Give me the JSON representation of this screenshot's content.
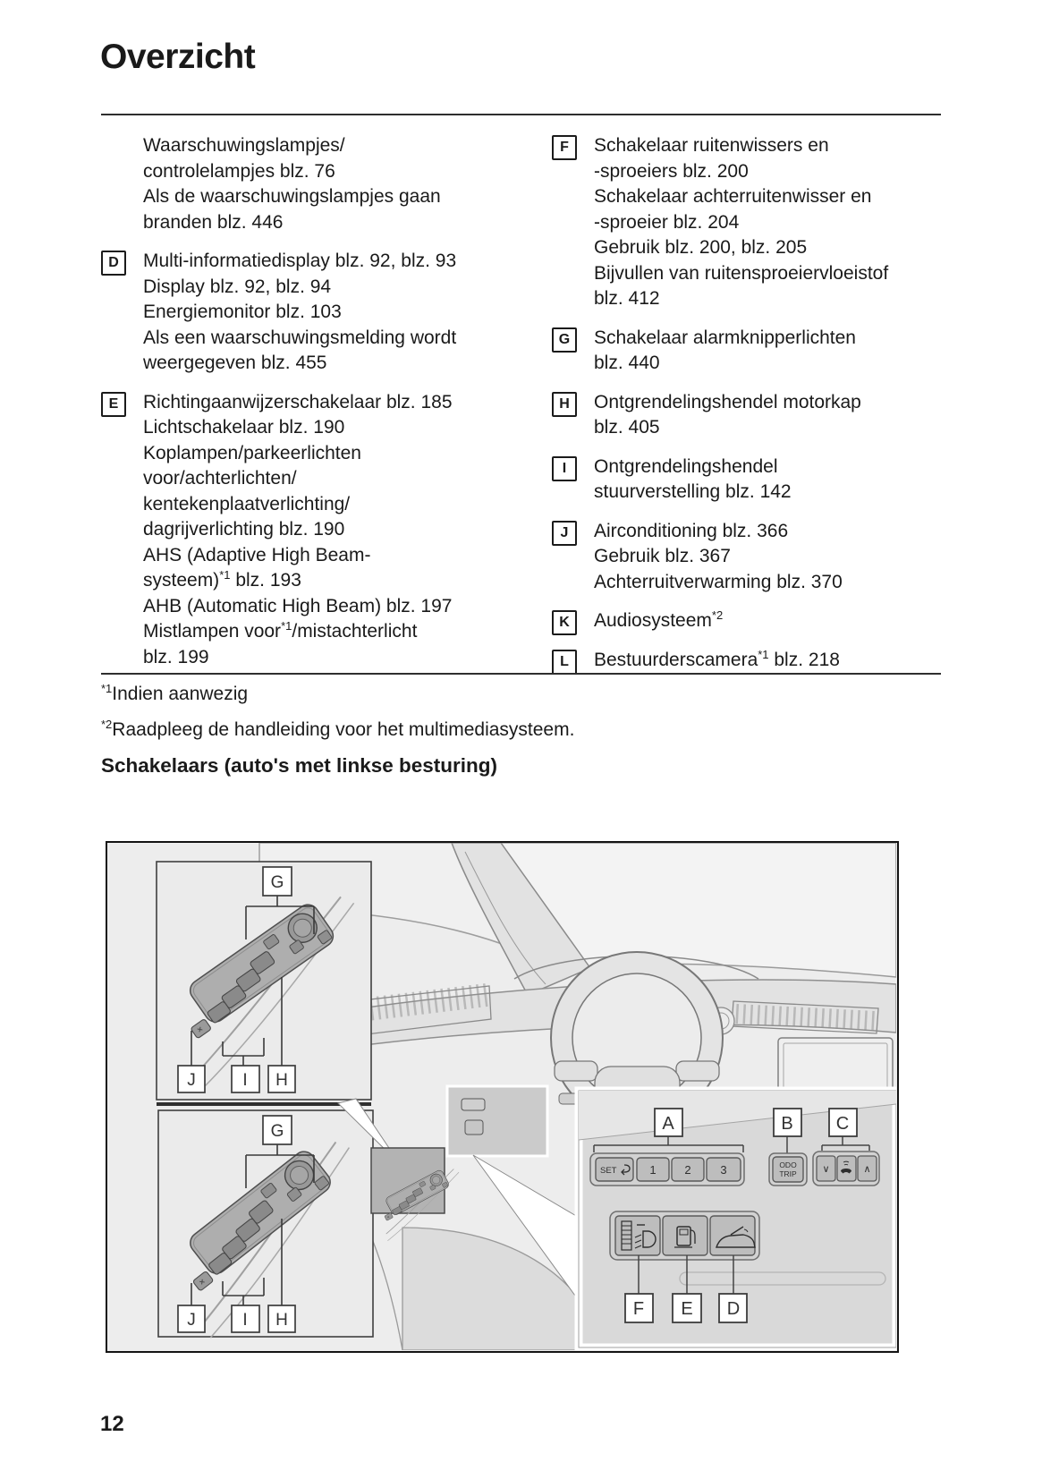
{
  "page": {
    "title": "Overzicht",
    "page_number": "12",
    "section_heading": "Schakelaars (auto's met linkse besturing)",
    "footnotes": [
      {
        "marker": "*1",
        "text": "Indien aanwezig"
      },
      {
        "marker": "*2",
        "text": "Raadpleeg de handleiding voor het multimediasysteem."
      }
    ]
  },
  "index": {
    "left_column": [
      {
        "label": "",
        "lines": [
          "Waarschuwingslampjes/",
          "controlelampjes blz. 76",
          "Als de waarschuwingslampjes gaan",
          "branden blz. 446"
        ]
      },
      {
        "label": "D",
        "lines": [
          "Multi-informatiedisplay blz. 92, blz. 93",
          "Display blz. 92, blz. 94",
          "Energiemonitor blz. 103",
          "Als een waarschuwingsmelding wordt",
          "weergegeven blz. 455"
        ]
      },
      {
        "label": "E",
        "lines": [
          "Richtingaanwijzerschakelaar blz. 185",
          "Lichtschakelaar blz. 190",
          "Koplampen/parkeerlichten",
          "voor/achterlichten/",
          "kentekenplaatverlichting/",
          "dagrijverlichting blz. 190",
          "AHS (Adaptive High Beam-",
          "systeem)^{*1} blz. 193",
          "AHB (Automatic High Beam) blz. 197",
          "Mistlampen voor^{*1}/mistachterlicht",
          "blz. 199"
        ]
      }
    ],
    "right_column": [
      {
        "label": "F",
        "lines": [
          "Schakelaar ruitenwissers en",
          "-sproeiers blz. 200",
          "Schakelaar achterruitenwisser en",
          "-sproeier blz. 204",
          "Gebruik blz. 200, blz. 205",
          "Bijvullen van ruitensproeiervloeistof",
          "blz. 412"
        ]
      },
      {
        "label": "G",
        "lines": [
          "Schakelaar alarmknipperlichten",
          "blz. 440"
        ]
      },
      {
        "label": "H",
        "lines": [
          "Ontgrendelingshendel motorkap",
          "blz. 405"
        ]
      },
      {
        "label": "I",
        "lines": [
          "Ontgrendelingshendel",
          "stuurverstelling blz. 142"
        ]
      },
      {
        "label": "J",
        "lines": [
          "Airconditioning blz. 366",
          "Gebruik blz. 367",
          "Achterruitverwarming blz. 370"
        ]
      },
      {
        "label": "K",
        "lines": [
          "Audiosysteem^{*2}"
        ]
      },
      {
        "label": "L",
        "lines": [
          "Bestuurderscamera^{*1} blz. 218"
        ]
      }
    ]
  },
  "diagram": {
    "inset_top": {
      "top_label": "G",
      "bottom_labels": [
        "J",
        "I",
        "H"
      ]
    },
    "inset_bottom": {
      "top_label": "G",
      "bottom_labels": [
        "J",
        "I",
        "H"
      ]
    },
    "panel": {
      "label_a": "A",
      "label_b": "B",
      "label_c": "C",
      "label_f": "F",
      "label_e": "E",
      "label_d": "D",
      "set_button": "SET",
      "preset_1": "1",
      "preset_2": "2",
      "preset_3": "3",
      "odo_line1": "ODO",
      "odo_line2": "TRIP",
      "arrow_down": "∨",
      "arrow_up": "∧"
    },
    "icons": {
      "set_return": "return-arrow",
      "phone": "phone-handset",
      "headlight_leveling": "headlight-leveling-dial",
      "fuel_door": "fuel-pump",
      "tailgate": "tailgate-open"
    }
  }
}
